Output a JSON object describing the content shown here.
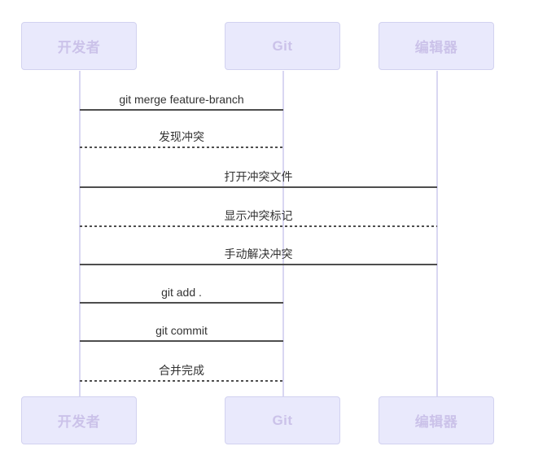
{
  "diagram": {
    "type": "sequence-diagram",
    "topic": "Git merge conflict resolution flow",
    "actors": [
      {
        "id": "developer",
        "label": "开发者"
      },
      {
        "id": "git",
        "label": "Git"
      },
      {
        "id": "editor",
        "label": "编辑器"
      }
    ],
    "messages": [
      {
        "from": "开发者",
        "to": "Git",
        "text": "git merge feature-branch",
        "line": "solid"
      },
      {
        "from": "Git",
        "to": "开发者",
        "text": "发现冲突",
        "line": "dashed"
      },
      {
        "from": "开发者",
        "to": "编辑器",
        "text": "打开冲突文件",
        "line": "solid"
      },
      {
        "from": "编辑器",
        "to": "开发者",
        "text": "显示冲突标记",
        "line": "dashed"
      },
      {
        "from": "开发者",
        "to": "编辑器",
        "text": "手动解决冲突",
        "line": "solid"
      },
      {
        "from": "开发者",
        "to": "Git",
        "text": "git add .",
        "line": "solid"
      },
      {
        "from": "开发者",
        "to": "Git",
        "text": "git commit",
        "line": "solid"
      },
      {
        "from": "Git",
        "to": "开发者",
        "text": "合并完成",
        "line": "dashed"
      }
    ],
    "colors": {
      "background": "#ffffff",
      "actor_fill": "#E9E9FC",
      "actor_border": "#D2D2F0",
      "actor_text": "#CBC2E9",
      "lifeline": "#D9D7F2",
      "message_text": "#333333",
      "message_line": "#4e4e4e"
    }
  }
}
